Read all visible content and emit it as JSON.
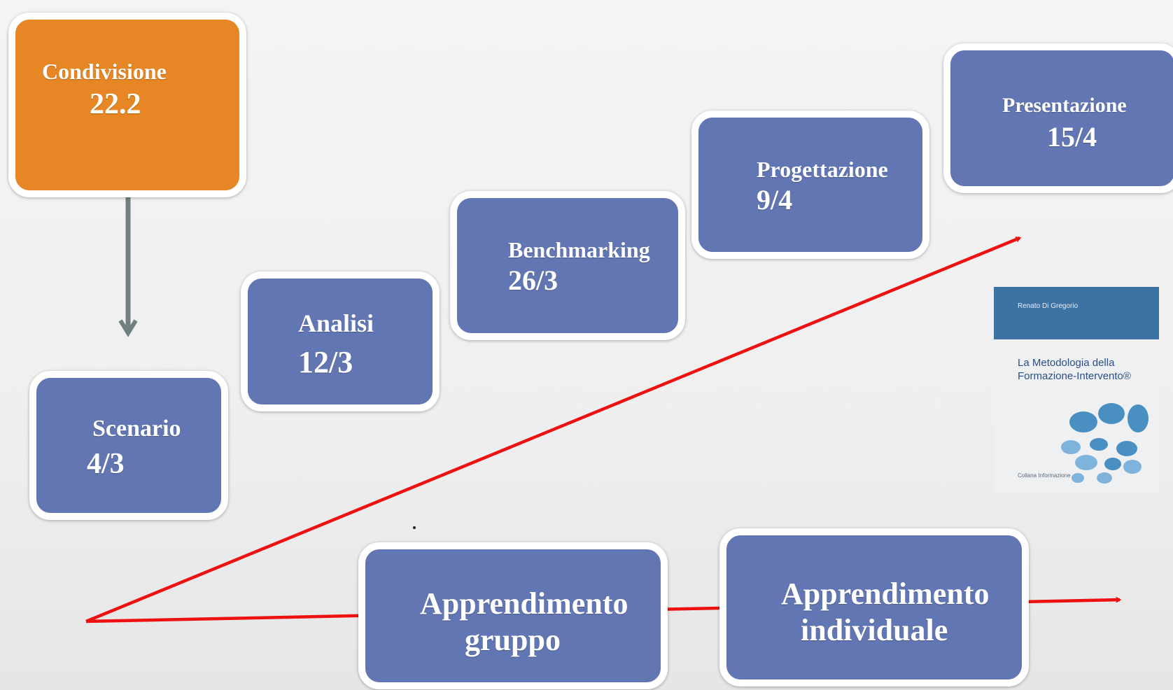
{
  "colors": {
    "box_blue": "#6276b3",
    "box_orange": "#e68624",
    "connector_grey": "#708080",
    "timeline_red": "#ee1111"
  },
  "steps": {
    "condivisione": {
      "label": "Condivisione",
      "date": "22.2"
    },
    "scenario": {
      "label": "Scenario",
      "date": "4/3"
    },
    "analisi": {
      "label": "Analisi",
      "date": "12/3"
    },
    "benchmarking": {
      "label": "Benchmarking",
      "date": "26/3"
    },
    "progettazione": {
      "label": "Progettazione",
      "date": "9/4"
    },
    "presentazione": {
      "label": "Presentazione",
      "date": "15/4"
    }
  },
  "learning": {
    "group": {
      "line1": "Apprendimento",
      "line2": "gruppo"
    },
    "individual": {
      "line1": "Apprendimento",
      "line2": "individuale"
    }
  },
  "book": {
    "author": "Renato Di Gregorio",
    "title": "La Metodologia della Formazione-Intervento®",
    "footer": "Collana Informazione"
  }
}
